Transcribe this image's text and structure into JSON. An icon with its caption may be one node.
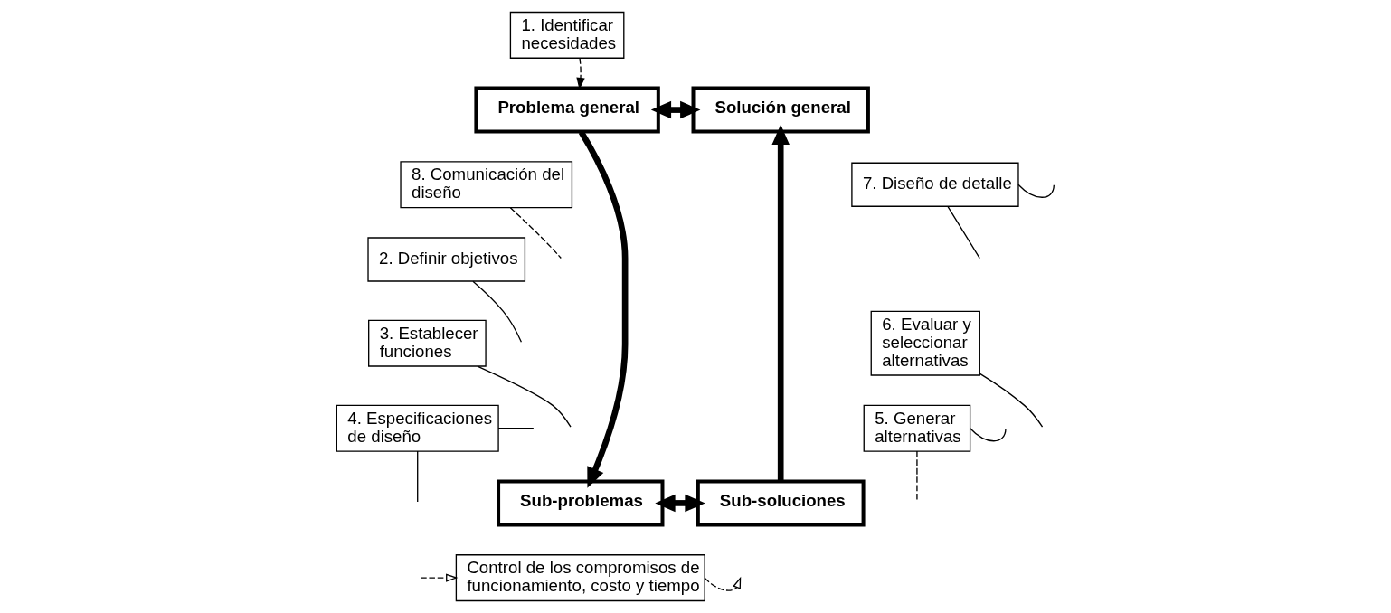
{
  "diagram": {
    "nodes": [
      {
        "text": [
          "1. Identificar necesidades"
        ]
      },
      {
        "text": [
          "Problema general"
        ]
      },
      {
        "text": [
          "Solución general"
        ]
      },
      {
        "text": [
          "8. Comunicación del diseño"
        ]
      },
      {
        "text": [
          "7. Diseño de detalle"
        ]
      },
      {
        "text": [
          "2. Definir objetivos"
        ]
      },
      {
        "text": [
          "3. Establecer funciones"
        ]
      },
      {
        "text": [
          "4. Especificaciones de diseño"
        ]
      },
      {
        "text": [
          "6. Evaluar y seleccionar alternativas"
        ]
      },
      {
        "text": [
          "5. Generar alternativas"
        ]
      },
      {
        "text": [
          "Sub-problemas"
        ]
      },
      {
        "text": [
          "Sub-soluciones"
        ]
      },
      {
        "text": [
          "Control de los compromisos de funcionamiento, costo y tiempo"
        ]
      }
    ],
    "edges": [
      {
        "from": 0,
        "to": 1,
        "arrow": "to",
        "style": "dashed"
      },
      {
        "from": 1,
        "to": 2,
        "arrow": "both",
        "style": "thick"
      },
      {
        "from": 1,
        "to": 10,
        "arrow": "to",
        "style": "thick"
      },
      {
        "from": 10,
        "to": 11,
        "arrow": "both",
        "style": "thick"
      },
      {
        "from": 11,
        "to": 2,
        "arrow": "to",
        "style": "thick"
      },
      {
        "from": 3,
        "to": null,
        "arrow": "none",
        "style": "dashed"
      },
      {
        "from": 4,
        "to": null,
        "arrow": "none"
      },
      {
        "from": 4,
        "to": null,
        "arrow": "none"
      },
      {
        "from": 5,
        "to": null,
        "arrow": "none"
      },
      {
        "from": 6,
        "to": null,
        "arrow": "none"
      },
      {
        "from": 7,
        "to": null,
        "arrow": "none"
      },
      {
        "from": 7,
        "to": null,
        "arrow": "none"
      },
      {
        "from": 8,
        "to": null,
        "arrow": "none"
      },
      {
        "from": 9,
        "to": null,
        "arrow": "none",
        "style": "dashed"
      },
      {
        "from": 9,
        "to": null,
        "arrow": "none"
      },
      {
        "from": 12,
        "to": null,
        "arrow": "to",
        "style": "dashed"
      },
      {
        "from": null,
        "to": 12,
        "arrow": "to",
        "style": "dashed"
      }
    ]
  }
}
